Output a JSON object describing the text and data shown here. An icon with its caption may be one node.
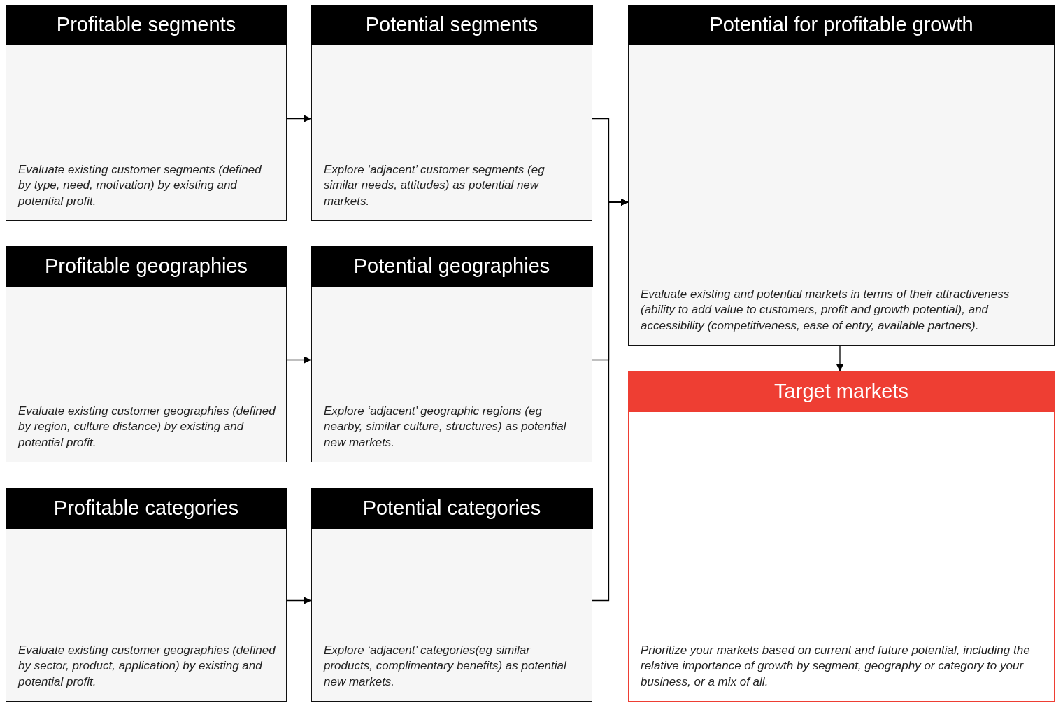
{
  "diagram": {
    "nodes": [
      {
        "text": [
          "Profitable segments",
          "Evaluate existing customer segments (defined by type, need, motivation) by existing and potential profit."
        ]
      },
      {
        "text": [
          "Potential segments",
          "Explore ‘adjacent’ customer segments (eg similar needs, attitudes) as potential new markets."
        ]
      },
      {
        "text": [
          "Potential for profitable growth",
          "Evaluate existing and potential markets in terms of their attractiveness (ability to add value to customers, profit and growth potential), and accessibility (competitiveness, ease of entry, available partners)."
        ]
      },
      {
        "text": [
          "Profitable geographies",
          "Evaluate existing customer geographies (defined by region, culture distance) by existing and potential profit."
        ]
      },
      {
        "text": [
          "Potential geographies",
          "Explore ‘adjacent’ geographic regions (eg nearby, similar culture, structures) as potential new markets."
        ]
      },
      {
        "text": [
          "Profitable categories",
          "Evaluate existing customer geographies (defined by sector, product, application) by existing and potential profit."
        ]
      },
      {
        "text": [
          "Potential categories",
          "Explore ‘adjacent’ categories(eg similar products, complimentary benefits) as potential new markets."
        ]
      },
      {
        "text": [
          "Target markets",
          "Prioritize your markets based on current and future potential, including the relative importance of growth by segment, geography or category to your business, or a mix of all."
        ]
      }
    ],
    "edges": [
      {
        "from": 0,
        "to": 1,
        "arrow": "to"
      },
      {
        "from": 3,
        "to": 4,
        "arrow": "to"
      },
      {
        "from": 5,
        "to": 6,
        "arrow": "to"
      },
      {
        "from": 1,
        "to": 2,
        "arrow": "to"
      },
      {
        "from": 4,
        "to": 2,
        "arrow": "to"
      },
      {
        "from": 6,
        "to": 2,
        "arrow": "to"
      },
      {
        "from": 2,
        "to": 7,
        "arrow": "to"
      }
    ]
  }
}
